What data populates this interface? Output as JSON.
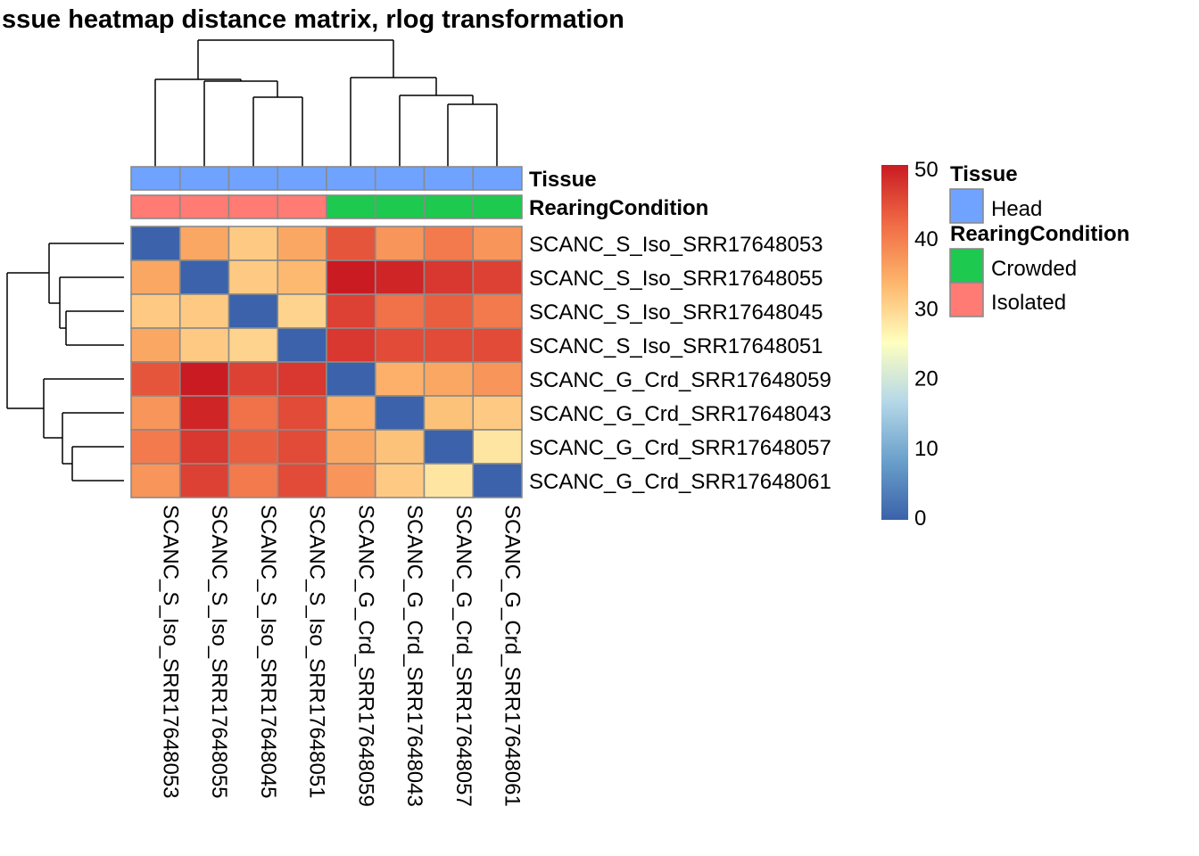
{
  "chart_data": {
    "type": "heatmap",
    "title": "issue heatmap distance matrix, rlog transformation",
    "samples": [
      "SCANC_S_Iso_SRR17648053",
      "SCANC_S_Iso_SRR17648055",
      "SCANC_S_Iso_SRR17648045",
      "SCANC_S_Iso_SRR17648051",
      "SCANC_G_Crd_SRR17648059",
      "SCANC_G_Crd_SRR17648043",
      "SCANC_G_Crd_SRR17648057",
      "SCANC_G_Crd_SRR17648061"
    ],
    "matrix": [
      [
        0,
        35,
        31,
        35,
        44,
        37,
        40,
        37
      ],
      [
        35,
        0,
        31,
        33,
        51,
        49,
        47,
        46
      ],
      [
        31,
        31,
        0,
        30,
        46,
        41,
        43,
        40
      ],
      [
        35,
        31,
        30,
        0,
        47,
        45,
        45,
        45
      ],
      [
        44,
        51,
        46,
        47,
        0,
        34,
        35,
        37
      ],
      [
        37,
        49,
        41,
        45,
        34,
        0,
        32,
        31
      ],
      [
        40,
        47,
        43,
        45,
        35,
        32,
        0,
        28
      ],
      [
        37,
        46,
        40,
        45,
        37,
        31,
        28,
        0
      ]
    ],
    "annotations": [
      {
        "name": "Tissue",
        "values": [
          "Head",
          "Head",
          "Head",
          "Head",
          "Head",
          "Head",
          "Head",
          "Head"
        ],
        "levels": [
          {
            "label": "Head",
            "color": "#6FA3FF"
          }
        ]
      },
      {
        "name": "RearingCondition",
        "values": [
          "Isolated",
          "Isolated",
          "Isolated",
          "Isolated",
          "Crowded",
          "Crowded",
          "Crowded",
          "Crowded"
        ],
        "levels": [
          {
            "label": "Crowded",
            "color": "#1DC94E"
          },
          {
            "label": "Isolated",
            "color": "#FF7B73"
          }
        ]
      }
    ],
    "colorbar": {
      "min": 0,
      "max": 50,
      "ticks": [
        "0",
        "10",
        "20",
        "30",
        "40",
        "50"
      ],
      "stops": [
        "#3B62AA",
        "#6AA0CB",
        "#B5D8E8",
        "#FFFFBF",
        "#FDB66C",
        "#F06B45",
        "#CA1B23"
      ]
    },
    "grid": false
  }
}
